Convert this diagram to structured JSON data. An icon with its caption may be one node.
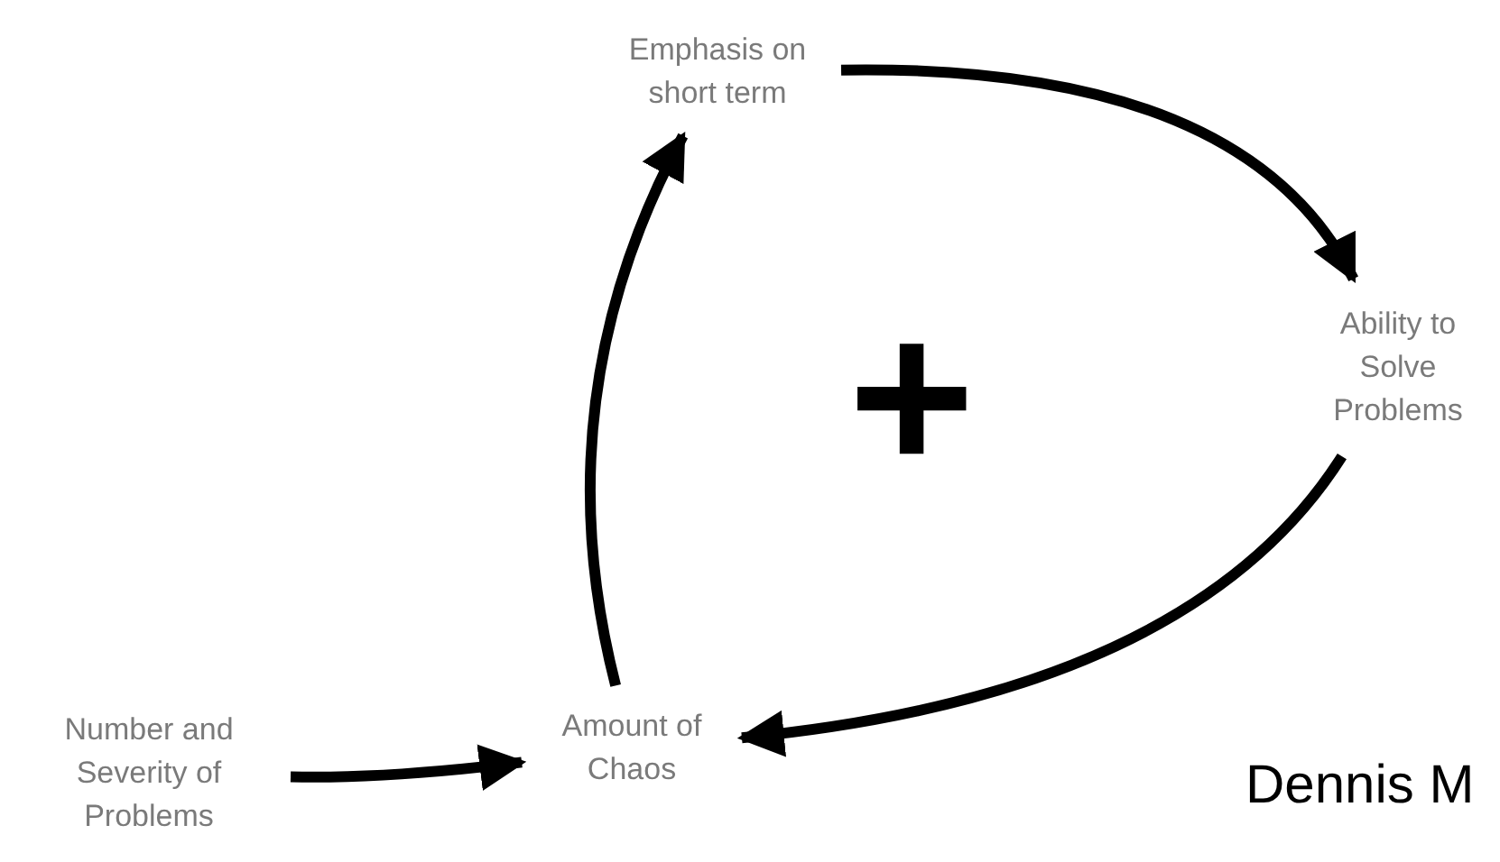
{
  "diagram": {
    "nodes": [
      {
        "text": [
          "Emphasis on short term"
        ]
      },
      {
        "text": [
          "Ability to Solve Problems"
        ]
      },
      {
        "text": [
          "Number and Severity of Problems"
        ]
      },
      {
        "text": [
          "Amount of Chaos"
        ]
      }
    ],
    "edges": [
      {
        "from": 0,
        "to": 1,
        "arrow": "to"
      },
      {
        "from": 1,
        "to": 3,
        "arrow": "to"
      },
      {
        "from": 3,
        "to": 0,
        "arrow": "to"
      },
      {
        "from": 2,
        "to": 3,
        "arrow": "to"
      }
    ],
    "labels": [
      "+",
      "Dennis M"
    ]
  }
}
